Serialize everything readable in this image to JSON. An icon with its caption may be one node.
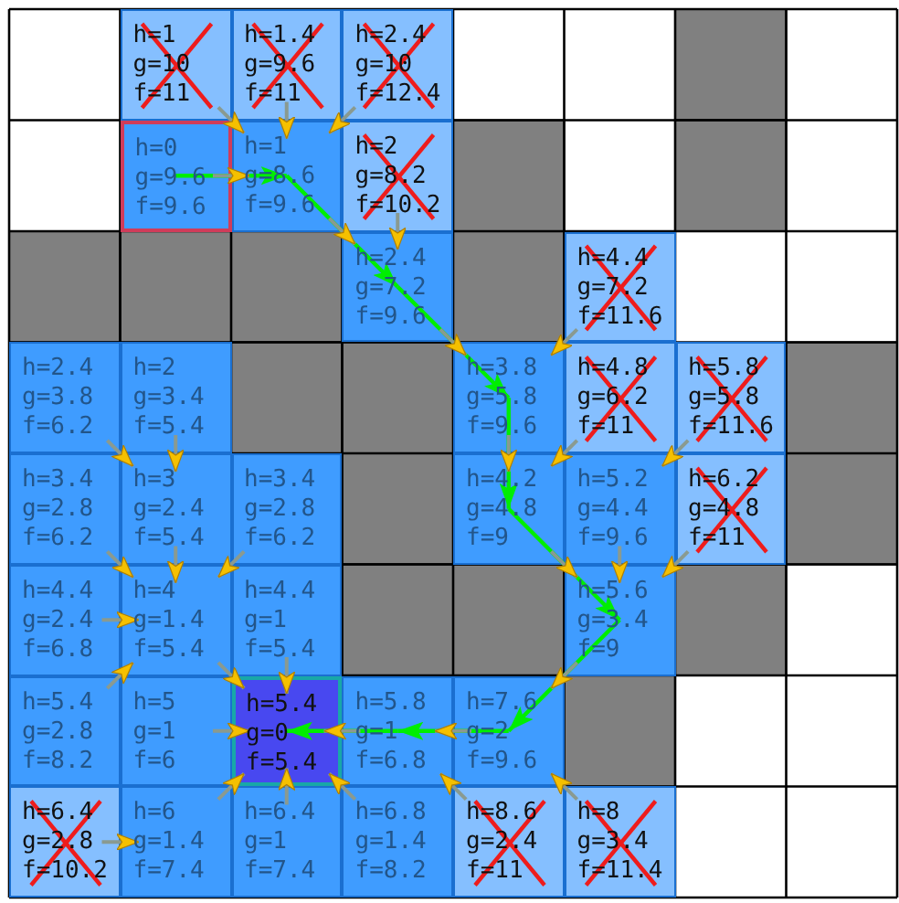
{
  "diagram": {
    "nodes": [
      {
        "text": [
          "h=1",
          "g=10",
          "f=11"
        ]
      },
      {
        "text": [
          "h=1.4",
          "g=9.6",
          "f=11"
        ]
      },
      {
        "text": [
          "h=2.4",
          "g=10",
          "f=12.4"
        ]
      },
      {
        "text": [
          "h=0",
          "g=9.6",
          "f=9.6"
        ]
      },
      {
        "text": [
          "h=1",
          "g=8.6",
          "f=9.6"
        ]
      },
      {
        "text": [
          "h=2",
          "g=8.2",
          "f=10.2"
        ]
      },
      {
        "text": [
          "h=2.4",
          "g=7.2",
          "f=9.6"
        ]
      },
      {
        "text": [
          "h=4.4",
          "g=7.2",
          "f=11.6"
        ]
      },
      {
        "text": [
          "h=2.4",
          "g=3.8",
          "f=6.2"
        ]
      },
      {
        "text": [
          "h=2",
          "g=3.4",
          "f=5.4"
        ]
      },
      {
        "text": [
          "h=3.8",
          "g=5.8",
          "f=9.6"
        ]
      },
      {
        "text": [
          "h=4.8",
          "g=6.2",
          "f=11"
        ]
      },
      {
        "text": [
          "h=5.8",
          "g=5.8",
          "f=11.6"
        ]
      },
      {
        "text": [
          "h=3.4",
          "g=2.8",
          "f=6.2"
        ]
      },
      {
        "text": [
          "h=3",
          "g=2.4",
          "f=5.4"
        ]
      },
      {
        "text": [
          "h=3.4",
          "g=2.8",
          "f=6.2"
        ]
      },
      {
        "text": [
          "h=4.2",
          "g=4.8",
          "f=9"
        ]
      },
      {
        "text": [
          "h=5.2",
          "g=4.4",
          "f=9.6"
        ]
      },
      {
        "text": [
          "h=6.2",
          "g=4.8",
          "f=11"
        ]
      },
      {
        "text": [
          "h=4.4",
          "g=2.4",
          "f=6.8"
        ]
      },
      {
        "text": [
          "h=4",
          "g=1.4",
          "f=5.4"
        ]
      },
      {
        "text": [
          "h=4.4",
          "g=1",
          "f=5.4"
        ]
      },
      {
        "text": [
          "h=5.6",
          "g=3.4",
          "f=9"
        ]
      },
      {
        "text": [
          "h=5.4",
          "g=2.8",
          "f=8.2"
        ]
      },
      {
        "text": [
          "h=5",
          "g=1",
          "f=6"
        ]
      },
      {
        "text": [
          "h=5.4",
          "g=0",
          "f=5.4"
        ]
      },
      {
        "text": [
          "h=5.8",
          "g=1",
          "f=6.8"
        ]
      },
      {
        "text": [
          "h=7.6",
          "g=2",
          "f=9.6"
        ]
      },
      {
        "text": [
          "h=6.4",
          "g=2.8",
          "f=10.2"
        ]
      },
      {
        "text": [
          "h=6",
          "g=1.4",
          "f=7.4"
        ]
      },
      {
        "text": [
          "h=6.4",
          "g=1",
          "f=7.4"
        ]
      },
      {
        "text": [
          "h=6.8",
          "g=1.4",
          "f=8.2"
        ]
      },
      {
        "text": [
          "h=8.6",
          "g=2.4",
          "f=11"
        ]
      },
      {
        "text": [
          "h=8",
          "g=3.4",
          "f=11.4"
        ]
      }
    ],
    "edges": [
      {
        "from": 3,
        "to": 4,
        "arrow": "to",
        "color": "#00ee00"
      },
      {
        "from": 4,
        "to": 6,
        "arrow": "to",
        "color": "#00ee00"
      },
      {
        "from": 6,
        "to": 10,
        "arrow": "to",
        "color": "#00ee00"
      },
      {
        "from": 10,
        "to": 16,
        "arrow": "to",
        "color": "#00ee00"
      },
      {
        "from": 16,
        "to": 22,
        "arrow": "to",
        "color": "#00ee00"
      },
      {
        "from": 22,
        "to": 27,
        "arrow": "to",
        "color": "#00ee00"
      },
      {
        "from": 27,
        "to": 26,
        "arrow": "to",
        "color": "#00ee00"
      },
      {
        "from": 26,
        "to": 25,
        "arrow": "to",
        "color": "#00ee00"
      },
      {
        "from": 0,
        "to": 4,
        "arrow": "to"
      },
      {
        "from": 1,
        "to": 4,
        "arrow": "to"
      },
      {
        "from": 2,
        "to": 4,
        "arrow": "to"
      },
      {
        "from": 3,
        "to": 4,
        "arrow": "to"
      },
      {
        "from": 4,
        "to": 6,
        "arrow": "to"
      },
      {
        "from": 5,
        "to": 6,
        "arrow": "to"
      },
      {
        "from": 6,
        "to": 10,
        "arrow": "to"
      },
      {
        "from": 7,
        "to": 10,
        "arrow": "to"
      },
      {
        "from": 10,
        "to": 16,
        "arrow": "to"
      },
      {
        "from": 11,
        "to": 16,
        "arrow": "to"
      },
      {
        "from": 12,
        "to": 17,
        "arrow": "to"
      },
      {
        "from": 8,
        "to": 14,
        "arrow": "to"
      },
      {
        "from": 9,
        "to": 14,
        "arrow": "to"
      },
      {
        "from": 13,
        "to": 20,
        "arrow": "to"
      },
      {
        "from": 14,
        "to": 20,
        "arrow": "to"
      },
      {
        "from": 15,
        "to": 20,
        "arrow": "to"
      },
      {
        "from": 16,
        "to": 22,
        "arrow": "to"
      },
      {
        "from": 17,
        "to": 22,
        "arrow": "to"
      },
      {
        "from": 18,
        "to": 22,
        "arrow": "to"
      },
      {
        "from": 19,
        "to": 20,
        "arrow": "to"
      },
      {
        "from": 22,
        "to": 27,
        "arrow": "to"
      },
      {
        "from": 20,
        "to": 25,
        "arrow": "to"
      },
      {
        "from": 21,
        "to": 25,
        "arrow": "to"
      },
      {
        "from": 23,
        "to": 20,
        "arrow": "to"
      },
      {
        "from": 24,
        "to": 25,
        "arrow": "to"
      },
      {
        "from": 26,
        "to": 25,
        "arrow": "to"
      },
      {
        "from": 27,
        "to": 26,
        "arrow": "to"
      },
      {
        "from": 28,
        "to": 29,
        "arrow": "to"
      },
      {
        "from": 29,
        "to": 25,
        "arrow": "to"
      },
      {
        "from": 30,
        "to": 25,
        "arrow": "to"
      },
      {
        "from": 31,
        "to": 25,
        "arrow": "to"
      },
      {
        "from": 32,
        "to": 26,
        "arrow": "to"
      },
      {
        "from": 33,
        "to": 27,
        "arrow": "to"
      }
    ]
  }
}
